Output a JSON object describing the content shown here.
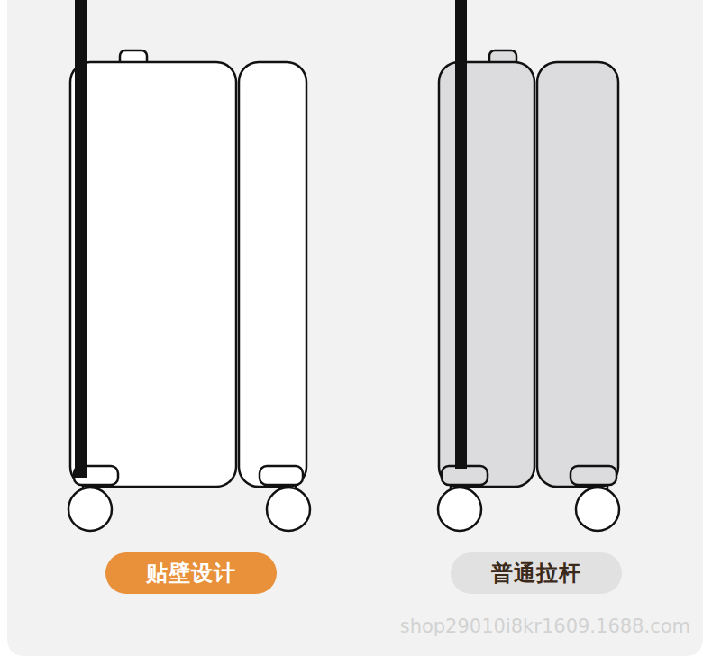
{
  "diagram": {
    "nodes": [
      {
        "text": [
          "贴壁设计"
        ]
      },
      {
        "text": [
          "普通拉杆"
        ]
      }
    ],
    "labels": [
      "shop29010i8kr1609.1688.com"
    ]
  }
}
